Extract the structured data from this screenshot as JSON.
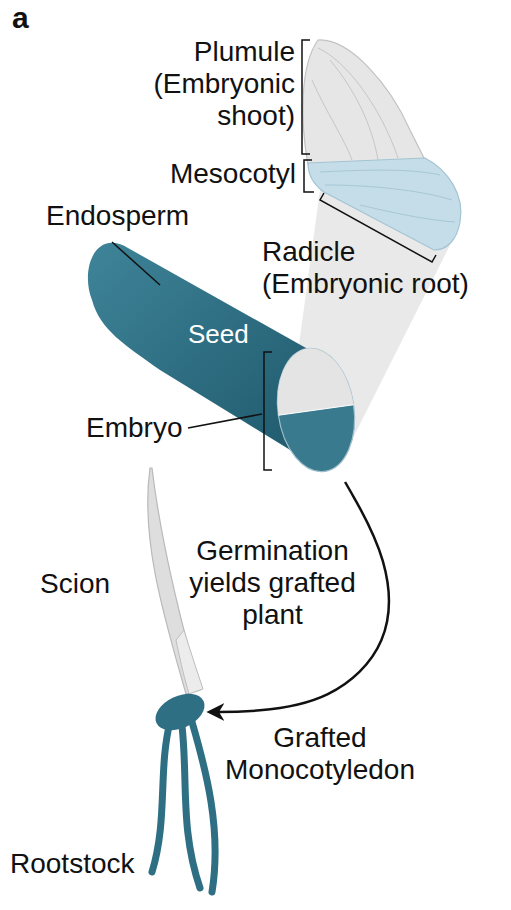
{
  "diagram": {
    "nodes": [
      {
        "text": [
          "Seed"
        ]
      },
      {
        "text": [
          "Grafted Monocotyledon"
        ]
      }
    ],
    "edges": [
      {
        "from": 0,
        "to": 1,
        "arrow": "to",
        "label": "Germination yields grafted plant"
      }
    ],
    "labels": [
      "a",
      "Plumule (Embryonic shoot)",
      "Mesocotyl",
      "Endosperm",
      "Radicle (Embryonic root)",
      "Embryo",
      "Scion",
      "Rootstock"
    ]
  }
}
